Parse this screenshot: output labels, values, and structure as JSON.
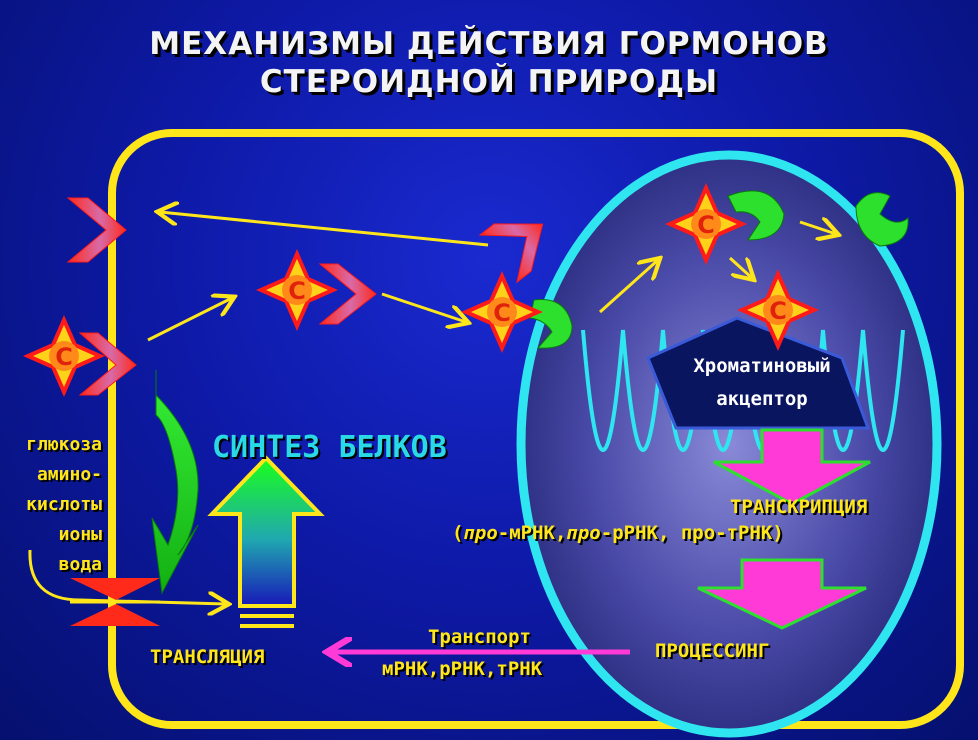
{
  "title": {
    "line1": "МЕХАНИЗМЫ  ДЕЙСТВИЯ ГОРМОНОВ",
    "line2": "СТЕРОИДНОЙ ПРИРОДЫ"
  },
  "hormone_symbol": "С",
  "chromatin_acceptor": {
    "line1": "Хроматиновый",
    "line2": "акцептор"
  },
  "protein_synthesis": "СИНТЕЗ БЕЛКОВ",
  "transcription": {
    "label": "ТРАНСКРИПЦИЯ",
    "open_paren": "(",
    "pro1": "про",
    "mrna": "-мРНК,",
    "pro2": "про",
    "rrna": "-рРНК, про-тРНК)"
  },
  "processing": "ПРОЦЕССИНГ",
  "transport": {
    "line1": "Транспорт",
    "line2": "мРНК,рРНК,тРНК"
  },
  "translation": "ТРАНСЛЯЦИЯ",
  "nutrients": [
    "глюкоза",
    "амино-",
    "кислоты",
    "ионы",
    "вода"
  ],
  "colors": {
    "background": "#0e1aa8",
    "cell_border": "#ffe61a",
    "nucleus_border": "#2fe6f0",
    "hormone_fill": "#ffd21a",
    "hormone_letter": "#e0220a",
    "receptor": "#2ee02e",
    "arrow_yellow": "#ffe61a",
    "arrow_magenta": "#ff3ad6",
    "text_yellow": "#ffe61a",
    "synth_text": "#29d9e6"
  }
}
